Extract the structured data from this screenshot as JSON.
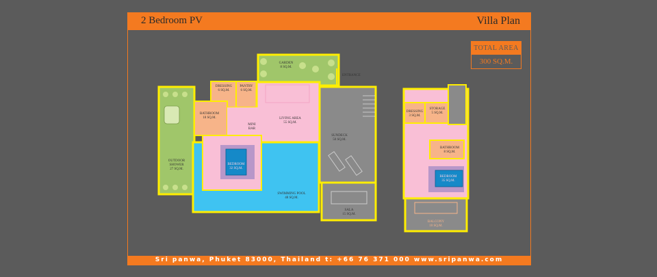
{
  "header": {
    "title": "2 Bedroom PV",
    "subtitle": "Villa Plan"
  },
  "total_area": {
    "label": "TOTAL AREA",
    "value": "300 SQ.M."
  },
  "footer": {
    "text": "Sri panwa, Phuket 83000, Thailand t: +66 76 371 000 www.sripanwa.com"
  },
  "colors": {
    "accent": "#f47a20",
    "wall": "#ffee00",
    "pink": "#f9bfd6",
    "salmon": "#f7b489",
    "pool": "#3fc3f1",
    "green": "#a0c66a",
    "deck": "#8a8a8a",
    "bed": "#1589c8"
  },
  "rooms": {
    "garden": {
      "name": "GARDEN",
      "area": "8 SQ.M."
    },
    "entrance": {
      "name": "ENTRANCE"
    },
    "dressing": {
      "name": "DRESSING",
      "area": "6 SQ.M."
    },
    "pantry": {
      "name": "PANTRY",
      "area": "6 SQ.M."
    },
    "bathroom": {
      "name": "BATHROOM",
      "area": "18 SQ.M."
    },
    "minibar": {
      "name": "MINI",
      "name2": "BAR"
    },
    "living": {
      "name": "LIVING AREA",
      "area": "55 SQ.M."
    },
    "sundeck": {
      "name": "SUNDECK",
      "area": "50 SQ.M."
    },
    "outdoor": {
      "name": "OUTDOOR",
      "name2": "SHOWER",
      "area": "27 SQ.M."
    },
    "bedroom": {
      "name": "BEDROOM",
      "area": "32 SQ.M."
    },
    "pool": {
      "name": "SWIMMING POOL",
      "area": "48 SQ.M."
    },
    "sala": {
      "name": "SALA",
      "area": "15 SQ.M."
    },
    "dressing2": {
      "name": "DRESSING",
      "area": "3 SQ.M."
    },
    "storage": {
      "name": "STORAGE",
      "area": "5 SQ.M."
    },
    "bathroom2": {
      "name": "BATHROOM",
      "area": "8 SQ.M."
    },
    "bedroom2": {
      "name": "BEDROOM",
      "area": "35 SQ.M."
    },
    "balcony": {
      "name": "BALCONY",
      "area": "10 SQ.M."
    }
  }
}
